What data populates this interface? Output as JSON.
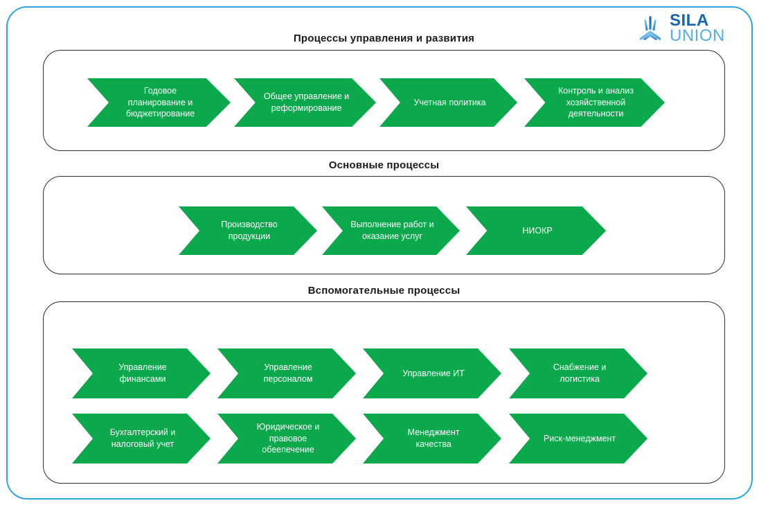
{
  "theme": {
    "frame_color": "#2BA6E0",
    "box_border_color": "#2b2b2b",
    "chevron_color": "#0BA94C",
    "chevron_text_color": "#ffffff",
    "title_color": "#1a1a1a",
    "logo_primary_color": "#1565B0",
    "logo_secondary_color": "#55AEE4"
  },
  "logo": {
    "mark": "trident-logo-icon",
    "primary_text": "SILA",
    "secondary_text": "UNION"
  },
  "sections": [
    {
      "id": "management",
      "title": "Процессы управления и развития",
      "rows": [
        {
          "items": [
            {
              "label": "Годовое\nпланирование и\nбюджетирование",
              "lines": [
                "Годовое",
                "планирование и",
                "бюджетирование"
              ]
            },
            {
              "label": "Общее управление и\nреформирование",
              "lines": [
                "Общее управление и",
                "реформирование"
              ]
            },
            {
              "label": "Учетная политика",
              "lines": [
                "Учетная политика"
              ]
            },
            {
              "label": "Контроль и анализ\nхозяйственной\nдеятельности",
              "lines": [
                "Контроль и анализ",
                "хозяйственной",
                "деятельности"
              ]
            }
          ]
        }
      ]
    },
    {
      "id": "core",
      "title": "Основные процессы",
      "rows": [
        {
          "items": [
            {
              "label": "Производство\nпродукции",
              "lines": [
                "Производство",
                "продукции"
              ]
            },
            {
              "label": "Выполнение работ и\nоказание услуг",
              "lines": [
                "Выполнение работ и",
                "оказание услуг"
              ]
            },
            {
              "label": "НИОКР",
              "lines": [
                "НИОКР"
              ]
            }
          ]
        }
      ]
    },
    {
      "id": "support",
      "title": "Вспомогательные процессы",
      "rows": [
        {
          "items": [
            {
              "label": "Управление\nфинансами",
              "lines": [
                "Управление",
                "финансами"
              ]
            },
            {
              "label": "Управление\nперсоналом",
              "lines": [
                "Управление",
                "персоналом"
              ]
            },
            {
              "label": "Управление ИТ",
              "lines": [
                "Управление ИТ"
              ]
            },
            {
              "label": "Снабжение и\nлогистика",
              "lines": [
                "Снабжение и",
                "логистика"
              ]
            }
          ]
        },
        {
          "items": [
            {
              "label": "Бухгалтерский и\nналоговый учет",
              "lines": [
                "Бухгалтерский и",
                "налоговый учет"
              ]
            },
            {
              "label": "Юридическое и\nправовое\nобеепечение",
              "lines": [
                "Юридическое и",
                "правовое",
                "обеепечение"
              ]
            },
            {
              "label": "Менеджмент\nкачества",
              "lines": [
                "Менеджмент",
                "качества"
              ]
            },
            {
              "label": "Риск-менеджмент",
              "lines": [
                "Риск-менеджмент"
              ]
            }
          ]
        }
      ]
    }
  ]
}
